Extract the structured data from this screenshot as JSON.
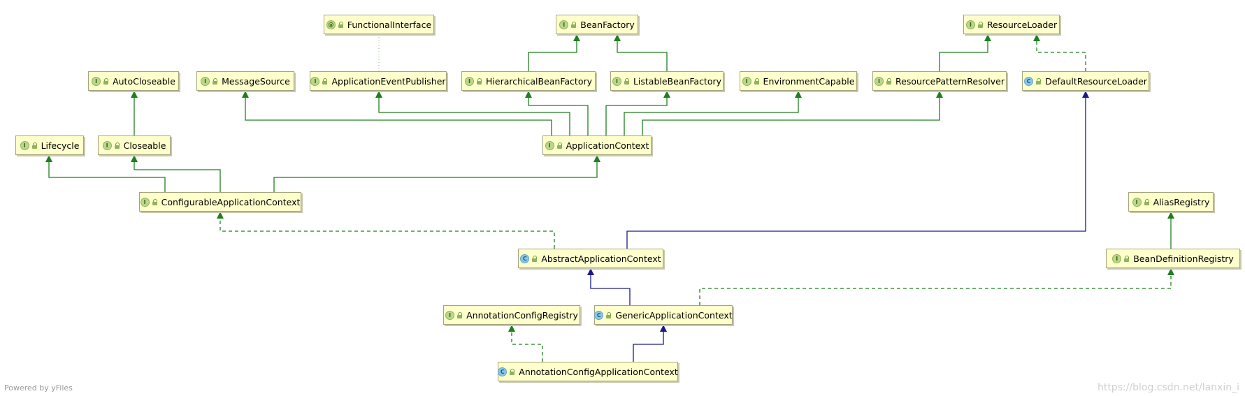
{
  "diagram": {
    "nodes": [
      {
        "id": "FunctionalInterface",
        "label": "FunctionalInterface",
        "kind": "annotation",
        "badge": "@"
      },
      {
        "id": "BeanFactory",
        "label": "BeanFactory",
        "kind": "interface",
        "badge": "I"
      },
      {
        "id": "ResourceLoader",
        "label": "ResourceLoader",
        "kind": "interface",
        "badge": "I"
      },
      {
        "id": "AutoCloseable",
        "label": "AutoCloseable",
        "kind": "interface",
        "badge": "I"
      },
      {
        "id": "MessageSource",
        "label": "MessageSource",
        "kind": "interface",
        "badge": "I"
      },
      {
        "id": "ApplicationEventPublisher",
        "label": "ApplicationEventPublisher",
        "kind": "interface",
        "badge": "I"
      },
      {
        "id": "HierarchicalBeanFactory",
        "label": "HierarchicalBeanFactory",
        "kind": "interface",
        "badge": "I"
      },
      {
        "id": "ListableBeanFactory",
        "label": "ListableBeanFactory",
        "kind": "interface",
        "badge": "I"
      },
      {
        "id": "EnvironmentCapable",
        "label": "EnvironmentCapable",
        "kind": "interface",
        "badge": "I"
      },
      {
        "id": "ResourcePatternResolver",
        "label": "ResourcePatternResolver",
        "kind": "interface",
        "badge": "I"
      },
      {
        "id": "DefaultResourceLoader",
        "label": "DefaultResourceLoader",
        "kind": "class",
        "badge": "C"
      },
      {
        "id": "Lifecycle",
        "label": "Lifecycle",
        "kind": "interface",
        "badge": "I"
      },
      {
        "id": "Closeable",
        "label": "Closeable",
        "kind": "interface",
        "badge": "I"
      },
      {
        "id": "ApplicationContext",
        "label": "ApplicationContext",
        "kind": "interface",
        "badge": "I"
      },
      {
        "id": "ConfigurableApplicationContext",
        "label": "ConfigurableApplicationContext",
        "kind": "interface",
        "badge": "I"
      },
      {
        "id": "AliasRegistry",
        "label": "AliasRegistry",
        "kind": "interface",
        "badge": "I"
      },
      {
        "id": "AbstractApplicationContext",
        "label": "AbstractApplicationContext",
        "kind": "class",
        "badge": "C"
      },
      {
        "id": "BeanDefinitionRegistry",
        "label": "BeanDefinitionRegistry",
        "kind": "interface",
        "badge": "I"
      },
      {
        "id": "AnnotationConfigRegistry",
        "label": "AnnotationConfigRegistry",
        "kind": "interface",
        "badge": "I"
      },
      {
        "id": "GenericApplicationContext",
        "label": "GenericApplicationContext",
        "kind": "class",
        "badge": "C"
      },
      {
        "id": "AnnotationConfigApplicationContext",
        "label": "AnnotationConfigApplicationContext",
        "kind": "class",
        "badge": "C"
      }
    ],
    "edges": [
      {
        "from": "ApplicationEventPublisher",
        "to": "FunctionalInterface",
        "type": "annotation"
      },
      {
        "from": "HierarchicalBeanFactory",
        "to": "BeanFactory",
        "type": "extends-interface"
      },
      {
        "from": "ListableBeanFactory",
        "to": "BeanFactory",
        "type": "extends-interface"
      },
      {
        "from": "ResourcePatternResolver",
        "to": "ResourceLoader",
        "type": "extends-interface"
      },
      {
        "from": "DefaultResourceLoader",
        "to": "ResourceLoader",
        "type": "implements"
      },
      {
        "from": "Closeable",
        "to": "AutoCloseable",
        "type": "extends-interface"
      },
      {
        "from": "ApplicationContext",
        "to": "MessageSource",
        "type": "extends-interface"
      },
      {
        "from": "ApplicationContext",
        "to": "ApplicationEventPublisher",
        "type": "extends-interface"
      },
      {
        "from": "ApplicationContext",
        "to": "HierarchicalBeanFactory",
        "type": "extends-interface"
      },
      {
        "from": "ApplicationContext",
        "to": "ListableBeanFactory",
        "type": "extends-interface"
      },
      {
        "from": "ApplicationContext",
        "to": "EnvironmentCapable",
        "type": "extends-interface"
      },
      {
        "from": "ApplicationContext",
        "to": "ResourcePatternResolver",
        "type": "extends-interface"
      },
      {
        "from": "ConfigurableApplicationContext",
        "to": "Lifecycle",
        "type": "extends-interface"
      },
      {
        "from": "ConfigurableApplicationContext",
        "to": "Closeable",
        "type": "extends-interface"
      },
      {
        "from": "ConfigurableApplicationContext",
        "to": "ApplicationContext",
        "type": "extends-interface"
      },
      {
        "from": "AbstractApplicationContext",
        "to": "ConfigurableApplicationContext",
        "type": "implements"
      },
      {
        "from": "AbstractApplicationContext",
        "to": "DefaultResourceLoader",
        "type": "extends-class"
      },
      {
        "from": "BeanDefinitionRegistry",
        "to": "AliasRegistry",
        "type": "extends-interface"
      },
      {
        "from": "GenericApplicationContext",
        "to": "AbstractApplicationContext",
        "type": "extends-class"
      },
      {
        "from": "GenericApplicationContext",
        "to": "BeanDefinitionRegistry",
        "type": "implements"
      },
      {
        "from": "AnnotationConfigApplicationContext",
        "to": "GenericApplicationContext",
        "type": "extends-class"
      },
      {
        "from": "AnnotationConfigApplicationContext",
        "to": "AnnotationConfigRegistry",
        "type": "implements"
      }
    ]
  },
  "colors": {
    "interface_edge": "#1f7f1f",
    "class_edge": "#1a1a8c",
    "annotation_edge": "#a8c88a",
    "node_fill": "#ffffcc"
  },
  "footer": {
    "left": "Powered by yFiles",
    "right": "https://blog.csdn.net/lanxin_i"
  }
}
